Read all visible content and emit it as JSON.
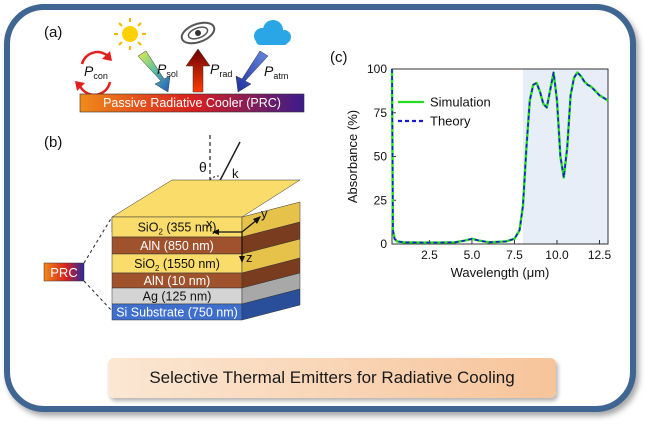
{
  "panels": {
    "a": "(a)",
    "b": "(b)",
    "c": "(c)"
  },
  "panel_a": {
    "p_con": {
      "main": "P",
      "sub": "con"
    },
    "p_sol": {
      "main": "P",
      "sub": "sol"
    },
    "p_rad": {
      "main": "P",
      "sub": "rad"
    },
    "p_atm": {
      "main": "P",
      "sub": "atm"
    },
    "bar_label": "Passive Radiative Cooler (PRC)",
    "icons": [
      "circular-arrows-icon",
      "sun-icon",
      "galaxy-icon",
      "cloud-icon"
    ]
  },
  "panel_b": {
    "angle": "θ",
    "wave": "k",
    "x_axis": "x",
    "y_axis": "y",
    "z_axis": "z",
    "prc_tag": "PRC",
    "layers": [
      {
        "name": "SiO",
        "sub": "2",
        "rest": " (355 nm)",
        "color": "#f9dc6a"
      },
      {
        "name": "AlN (850 nm)",
        "sub": "",
        "rest": "",
        "color": "#a0522d"
      },
      {
        "name": "SiO",
        "sub": "2",
        "rest": " (1550 nm)",
        "color": "#f9dc6a"
      },
      {
        "name": "AlN (10 nm)",
        "sub": "",
        "rest": "",
        "color": "#a0522d"
      },
      {
        "name": "Ag (125 nm)",
        "sub": "",
        "rest": "",
        "color": "#d4d4d4"
      },
      {
        "name": "Si Substrate (750 nm)",
        "sub": "",
        "rest": "",
        "color": "#3f6fcc"
      }
    ]
  },
  "chart_data": {
    "type": "line",
    "xlabel": "Wavelength (μm)",
    "ylabel": "Absorbance (%)",
    "xlim": [
      0.3,
      13.0
    ],
    "ylim": [
      0,
      100
    ],
    "xticks": [
      "2.5",
      "5.0",
      "7.5",
      "10.0",
      "12.5"
    ],
    "yticks": [
      "0",
      "25",
      "50",
      "75",
      "100"
    ],
    "shaded_range": [
      8.0,
      13.0
    ],
    "legend_position": "upper-left",
    "series": [
      {
        "name": "Simulation",
        "color": "#22dd22",
        "style": "solid",
        "x": [
          0.3,
          0.35,
          0.45,
          0.6,
          1.0,
          2.0,
          3.0,
          4.0,
          4.6,
          5.0,
          5.4,
          6.0,
          7.0,
          7.5,
          7.8,
          8.0,
          8.2,
          8.4,
          8.6,
          8.8,
          9.0,
          9.2,
          9.4,
          9.6,
          9.8,
          10.0,
          10.2,
          10.4,
          10.6,
          10.8,
          11.0,
          11.2,
          11.4,
          11.6,
          11.8,
          12.0,
          12.5,
          13.0
        ],
        "y": [
          100,
          8,
          3,
          1.5,
          1,
          0.8,
          0.8,
          1,
          2,
          3,
          2,
          1,
          1.5,
          3,
          8,
          22,
          55,
          82,
          91,
          92,
          87,
          80,
          78,
          88,
          98,
          82,
          50,
          38,
          55,
          85,
          95,
          98,
          96,
          93,
          91,
          90,
          85,
          82
        ]
      },
      {
        "name": "Theory",
        "color": "#1a1ad0",
        "style": "dashed",
        "x": [
          0.3,
          0.35,
          0.45,
          0.6,
          1.0,
          2.0,
          3.0,
          4.0,
          4.6,
          5.0,
          5.4,
          6.0,
          7.0,
          7.5,
          7.8,
          8.0,
          8.2,
          8.4,
          8.6,
          8.8,
          9.0,
          9.2,
          9.4,
          9.6,
          9.8,
          10.0,
          10.2,
          10.4,
          10.6,
          10.8,
          11.0,
          11.2,
          11.4,
          11.6,
          11.8,
          12.0,
          12.5,
          13.0
        ],
        "y": [
          100,
          8,
          3,
          1.5,
          1,
          0.8,
          0.8,
          1,
          2,
          3,
          2,
          1,
          1.5,
          3,
          8,
          22,
          55,
          82,
          91,
          92,
          87,
          80,
          78,
          88,
          98,
          82,
          50,
          38,
          55,
          85,
          95,
          98,
          96,
          93,
          91,
          90,
          85,
          82
        ]
      }
    ]
  },
  "banner": {
    "title": "Selective Thermal Emitters for Radiative Cooling"
  }
}
